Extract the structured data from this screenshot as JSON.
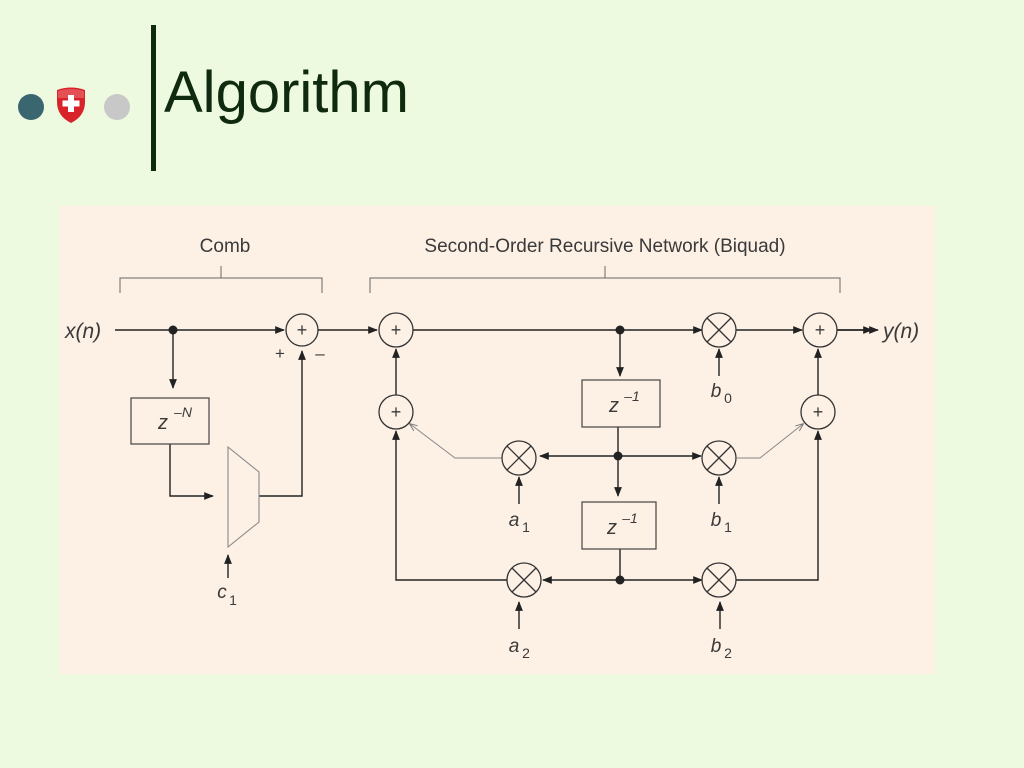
{
  "slide": {
    "title": "Algorithm"
  },
  "diagram": {
    "comb_label": "Comb",
    "biquad_label": "Second-Order Recursive Network (Biquad)",
    "input_label": "x(n)",
    "output_label": "y(n)",
    "delay_comb_base": "z",
    "delay_comb_exp": "–N",
    "delay_base": "z",
    "delay_exp": "–1",
    "plus": "+",
    "minus": "–",
    "coeff_c1": {
      "sym": "c",
      "sub": "1"
    },
    "coeff_a1": {
      "sym": "a",
      "sub": "1"
    },
    "coeff_a2": {
      "sym": "a",
      "sub": "2"
    },
    "coeff_b0": {
      "sym": "b",
      "sub": "0"
    },
    "coeff_b1": {
      "sym": "b",
      "sub": "1"
    },
    "coeff_b2": {
      "sym": "b",
      "sub": "2"
    }
  }
}
